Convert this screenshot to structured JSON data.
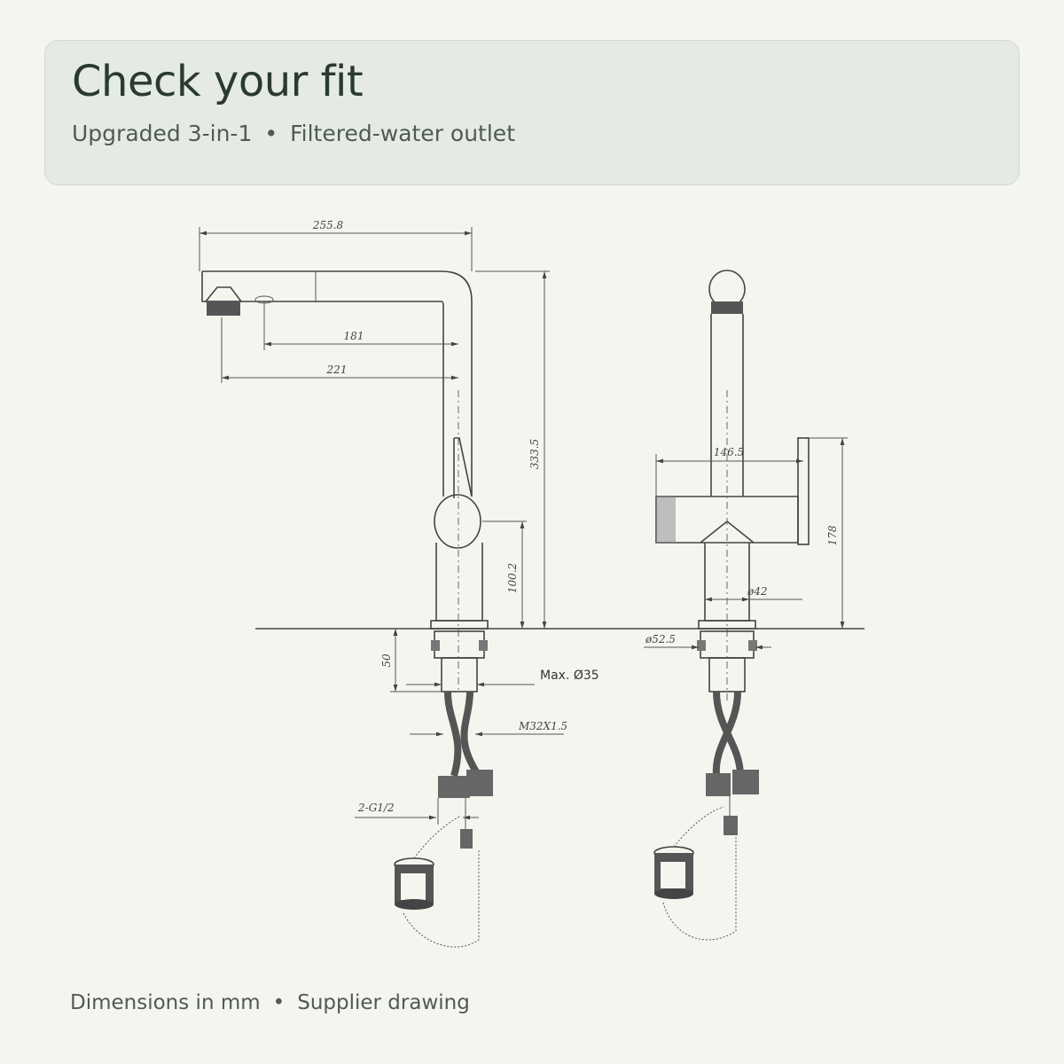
{
  "header": {
    "title": "Check your fit",
    "subtitle_left": "Upgraded 3-in-1",
    "subtitle_sep": "•",
    "subtitle_right": "Filtered-water outlet"
  },
  "footer": {
    "left": "Dimensions in mm",
    "sep": "•",
    "right": "Supplier drawing"
  },
  "dimensions": {
    "spout_reach": "255.8",
    "outlet_to_column": "181",
    "aerator_to_column": "221",
    "total_height": "333.5",
    "handle_height": "100.2",
    "shank_length": "50",
    "max_hole": "Max. Ø35",
    "thread": "M32X1.5",
    "inlets": "2-G1/2",
    "handle_width": "146.5",
    "side_height": "178",
    "body_diameter": "ø42",
    "base_diameter": "ø52.5"
  },
  "colors": {
    "background": "#f5f5f0",
    "header_bg": "#e5ebe3",
    "ink": "#444444"
  }
}
